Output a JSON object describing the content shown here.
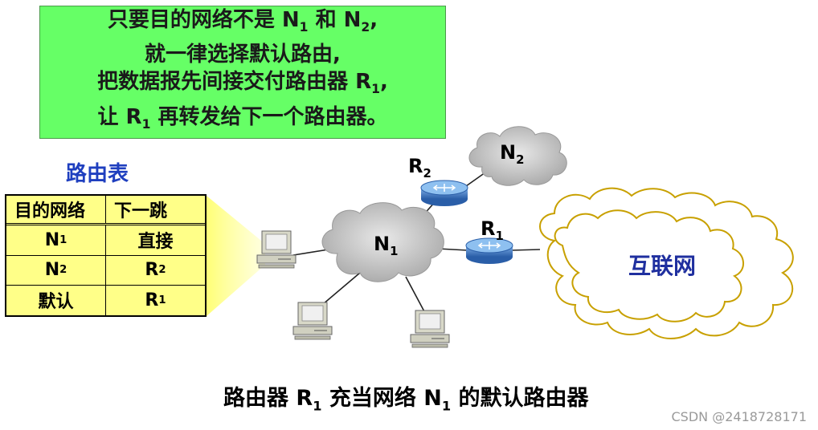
{
  "note": {
    "line1": {
      "prefix": "只要目的网络不是 N",
      "sub1": "1",
      "mid": " 和 N",
      "sub2": "2",
      "suffix": ","
    },
    "line2": "就一律选择默认路由,",
    "line3": {
      "prefix": "把数据报先间接交付路由器 R",
      "sub": "1",
      "suffix": ","
    },
    "line4": {
      "prefix": "让 R",
      "sub": "1",
      "suffix": " 再转发给下一个路由器。"
    }
  },
  "routing_table": {
    "title": "路由表",
    "headers": [
      "目的网络",
      "下一跳"
    ],
    "rows": [
      {
        "dest": "N",
        "dest_sub": "1",
        "next": "直接",
        "next_sub": ""
      },
      {
        "dest": "N",
        "dest_sub": "2",
        "next": "R",
        "next_sub": "2"
      },
      {
        "dest": "默认",
        "dest_sub": "",
        "next": "R",
        "next_sub": "1"
      }
    ]
  },
  "network": {
    "n1": {
      "label": "N",
      "sub": "1"
    },
    "n2": {
      "label": "N",
      "sub": "2"
    },
    "r1": {
      "label": "R",
      "sub": "1"
    },
    "r2": {
      "label": "R",
      "sub": "2"
    },
    "internet": "互联网"
  },
  "caption": {
    "part1": "路由器 R",
    "sub1": "1",
    "part2": " 充当网络 N",
    "sub2": "1",
    "part3": " 的默认路由器"
  },
  "watermark": "CSDN @2418728171",
  "colors": {
    "note_bg": "#66ff66",
    "table_bg": "#ffff88",
    "title_blue": "#1f3fbf",
    "router_blue": "#3a78c8",
    "cloud_grey": "#c8c8c8",
    "internet_stroke": "#c8a000"
  }
}
